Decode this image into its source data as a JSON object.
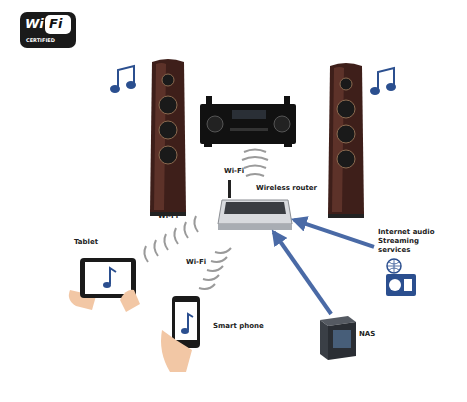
{
  "diagram": {
    "nodes": [
      {
        "text": [
          "Wireless router"
        ]
      },
      {
        "text": [
          "Tablet"
        ]
      },
      {
        "text": [
          "Smart phone"
        ]
      },
      {
        "text": [
          "NAS"
        ]
      },
      {
        "text": [
          "Internet audio Streaming services"
        ]
      }
    ],
    "edges": [
      {
        "from": 3,
        "to": 0,
        "arrow": "to"
      },
      {
        "from": 4,
        "to": 0,
        "arrow": "to"
      }
    ],
    "labels": [
      "Wi",
      "Fi",
      "CERTIFIED",
      "Wi-Fi",
      "Wi-Fi",
      "Wi-Fi"
    ]
  }
}
